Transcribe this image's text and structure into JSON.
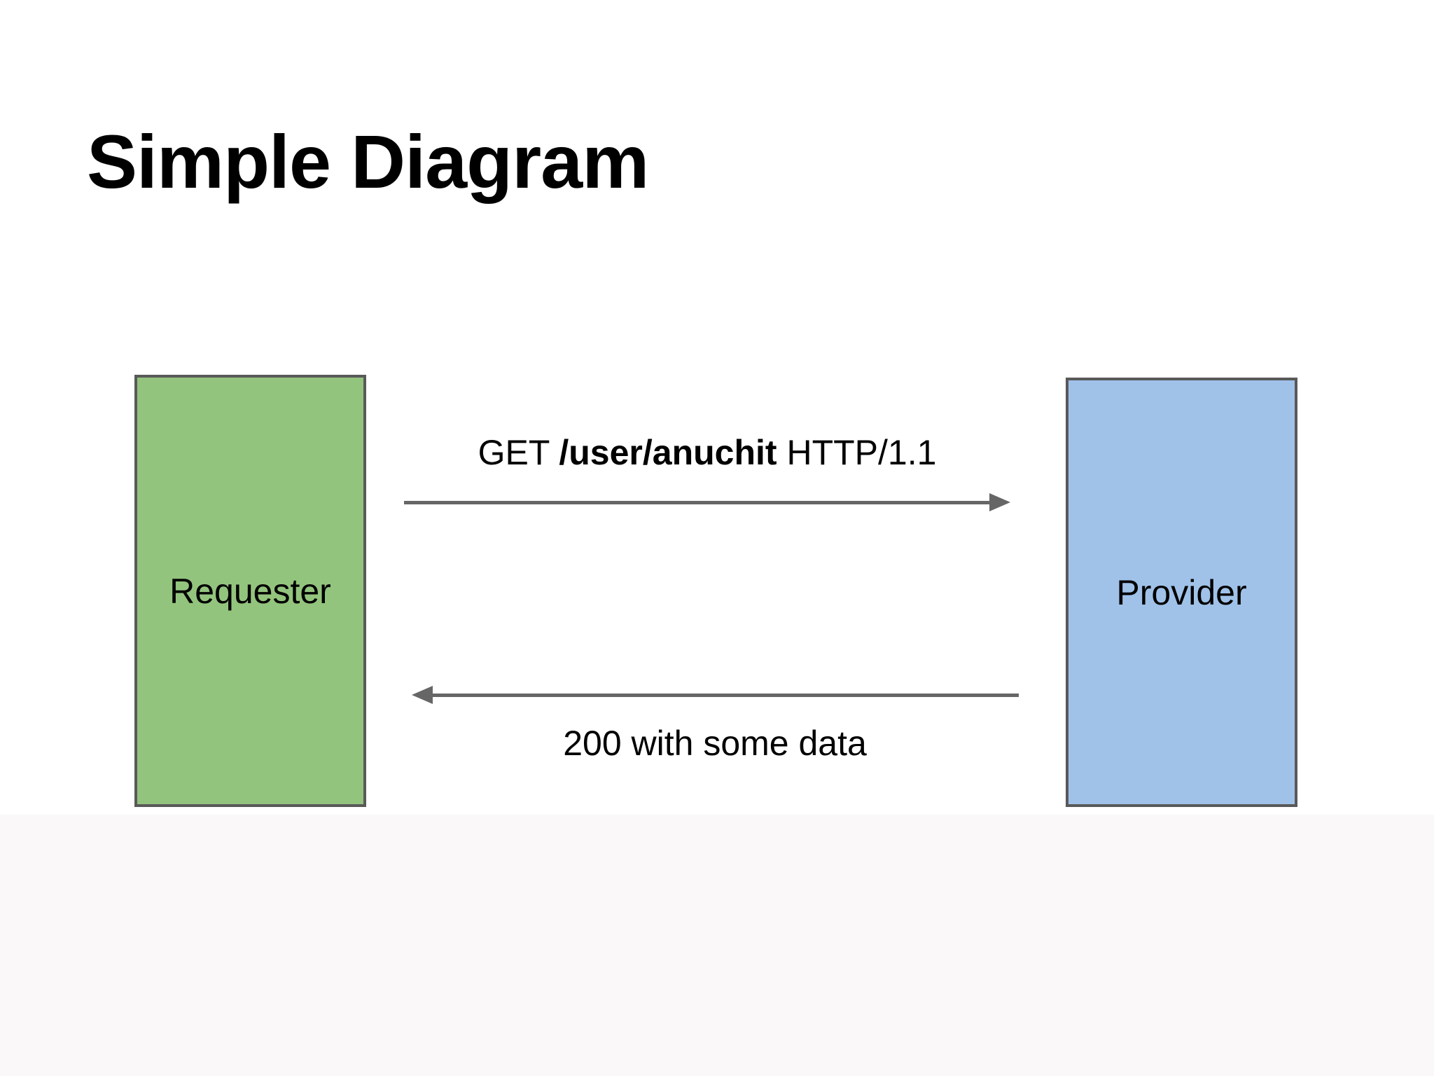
{
  "page": {
    "title": "Simple Diagram",
    "background_color": "#ffffff",
    "footer_background_color": "#faf8f8",
    "text_color": "#000000"
  },
  "diagram": {
    "nodes": [
      {
        "id": "requester",
        "label": "Requester",
        "fill_color": "#93c47d",
        "border_color": "#595959"
      },
      {
        "id": "provider",
        "label": "Provider",
        "fill_color": "#a0c2e9",
        "border_color": "#595959"
      }
    ],
    "edges": [
      {
        "id": "request",
        "from": "Requester",
        "to": "Provider",
        "direction": "right",
        "color": "#666666",
        "label_parts": {
          "pre": "GET ",
          "bold": "/user/anuchit",
          "post": " HTTP/1.1"
        }
      },
      {
        "id": "response",
        "from": "Provider",
        "to": "Requester",
        "direction": "left",
        "color": "#666666",
        "label": "200 with some data"
      }
    ]
  }
}
